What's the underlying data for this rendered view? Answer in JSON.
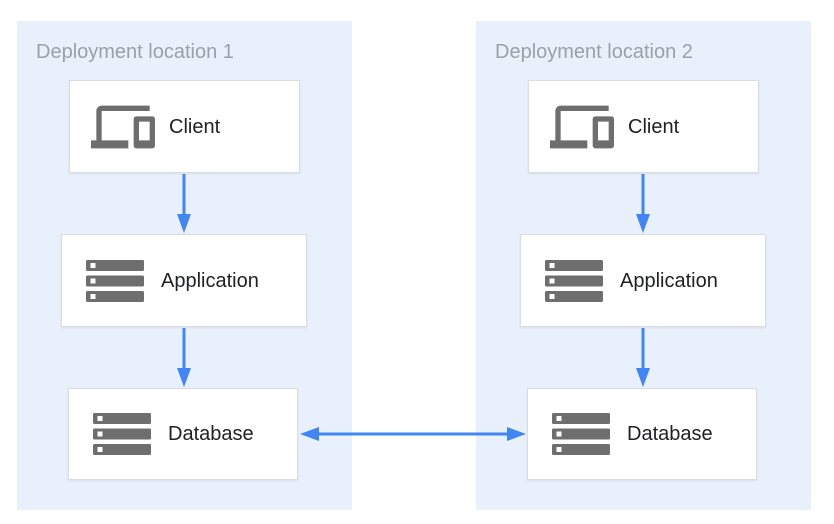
{
  "diagram": {
    "panels": [
      {
        "label": "Deployment location 1",
        "nodes": [
          {
            "label": "Client",
            "icon": "devices-icon"
          },
          {
            "label": "Application",
            "icon": "server-stack-icon"
          },
          {
            "label": "Database",
            "icon": "server-stack-icon"
          }
        ]
      },
      {
        "label": "Deployment location 2",
        "nodes": [
          {
            "label": "Client",
            "icon": "devices-icon"
          },
          {
            "label": "Application",
            "icon": "server-stack-icon"
          },
          {
            "label": "Database",
            "icon": "server-stack-icon"
          }
        ]
      }
    ],
    "connections": [
      {
        "from": "Client (location 1)",
        "to": "Application (location 1)",
        "style": "arrow-down"
      },
      {
        "from": "Application (location 1)",
        "to": "Database (location 1)",
        "style": "arrow-down"
      },
      {
        "from": "Client (location 2)",
        "to": "Application (location 2)",
        "style": "arrow-down"
      },
      {
        "from": "Application (location 2)",
        "to": "Database (location 2)",
        "style": "arrow-down"
      },
      {
        "from": "Database (location 1)",
        "to": "Database (location 2)",
        "style": "arrow-bidirectional"
      }
    ],
    "colors": {
      "panel_bg": "#E8F1FB",
      "panel_label_text": "#9AA0A6",
      "node_bg": "#FFFFFF",
      "node_border": "#DADCE0",
      "node_label_text": "#202124",
      "icon_gray": "#6E6E6E",
      "arrow_blue": "#4285F4"
    }
  }
}
